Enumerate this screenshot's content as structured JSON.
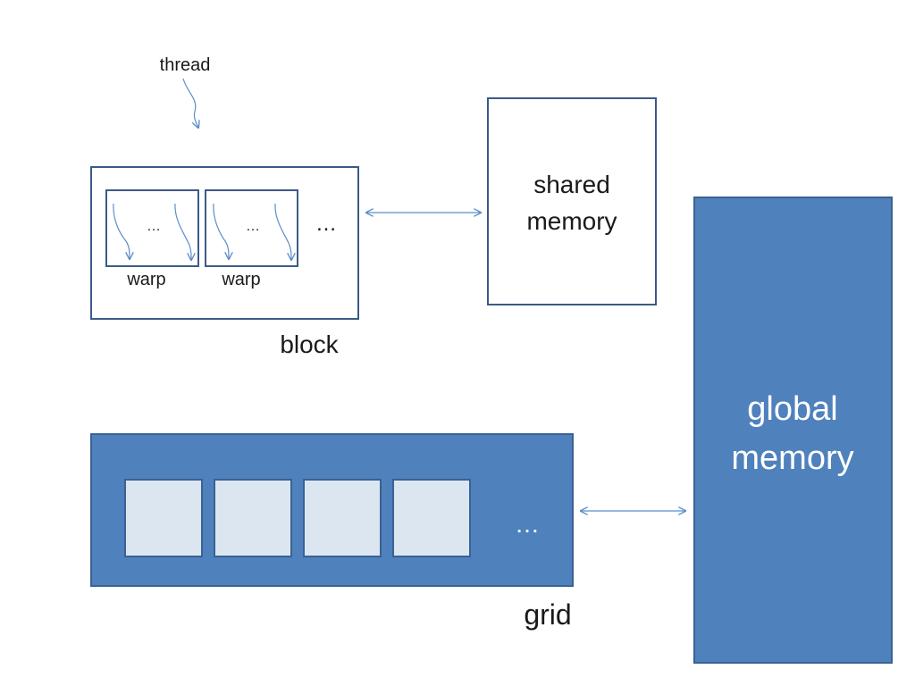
{
  "labels": {
    "thread": "thread",
    "warp_1": "warp",
    "warp_2": "warp",
    "warp_1_ellipsis": "…",
    "warp_2_ellipsis": "…",
    "block_ellipsis": "…",
    "block": "block",
    "shared_memory_line1": "shared",
    "shared_memory_line2": "memory",
    "global_memory_line1": "global",
    "global_memory_line2": "memory",
    "grid_ellipsis": "…",
    "grid": "grid"
  },
  "colors": {
    "blue_fill": "#4f81bd",
    "blue_border": "#3a6292",
    "outline": "#3c5a88",
    "grid_cell_fill": "#dce6f1",
    "arrow": "#5b8dc9"
  }
}
